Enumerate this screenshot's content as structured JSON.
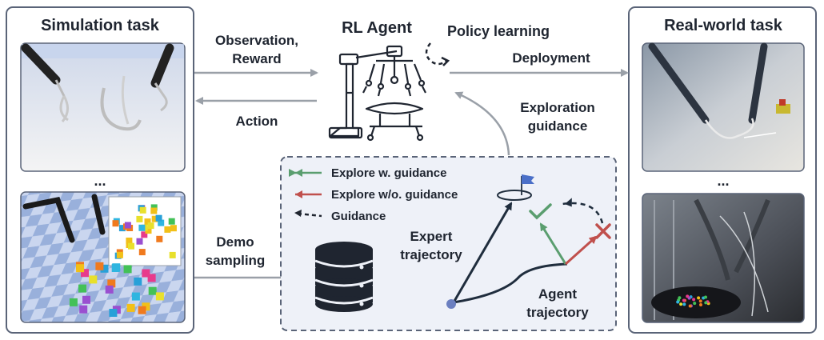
{
  "simulation": {
    "title": "Simulation task",
    "ellipsis": "..."
  },
  "real_world": {
    "title": "Real-world task",
    "ellipsis": "..."
  },
  "agent": {
    "title": "RL Agent",
    "policy_label": "Policy learning"
  },
  "arrows": {
    "observation_line1": "Observation,",
    "observation_line2": "Reward",
    "action": "Action",
    "deployment": "Deployment",
    "exploration_line1": "Exploration",
    "exploration_line2": "guidance",
    "demo_line1": "Demo",
    "demo_line2": "sampling"
  },
  "legend": {
    "items": [
      {
        "label": "Explore w. guidance",
        "color": "#5a9e6f"
      },
      {
        "label": "Explore w/o. guidance",
        "color": "#c0504d"
      },
      {
        "label": "Guidance",
        "color": "#1f2530"
      }
    ]
  },
  "trajectory": {
    "expert_line1": "Expert",
    "expert_line2": "trajectory",
    "agent_line1": "Agent",
    "agent_line2": "trajectory"
  },
  "colors": {
    "frame": "#5a6478",
    "arrow_gray": "#9aa0a8",
    "dashed_box_fill": "#eef1f8",
    "dashed_box_stroke": "#5a6478",
    "green": "#5a9e6f",
    "red": "#c0504d",
    "dark": "#1f2d3d",
    "start_dot": "#6b7fc0"
  }
}
